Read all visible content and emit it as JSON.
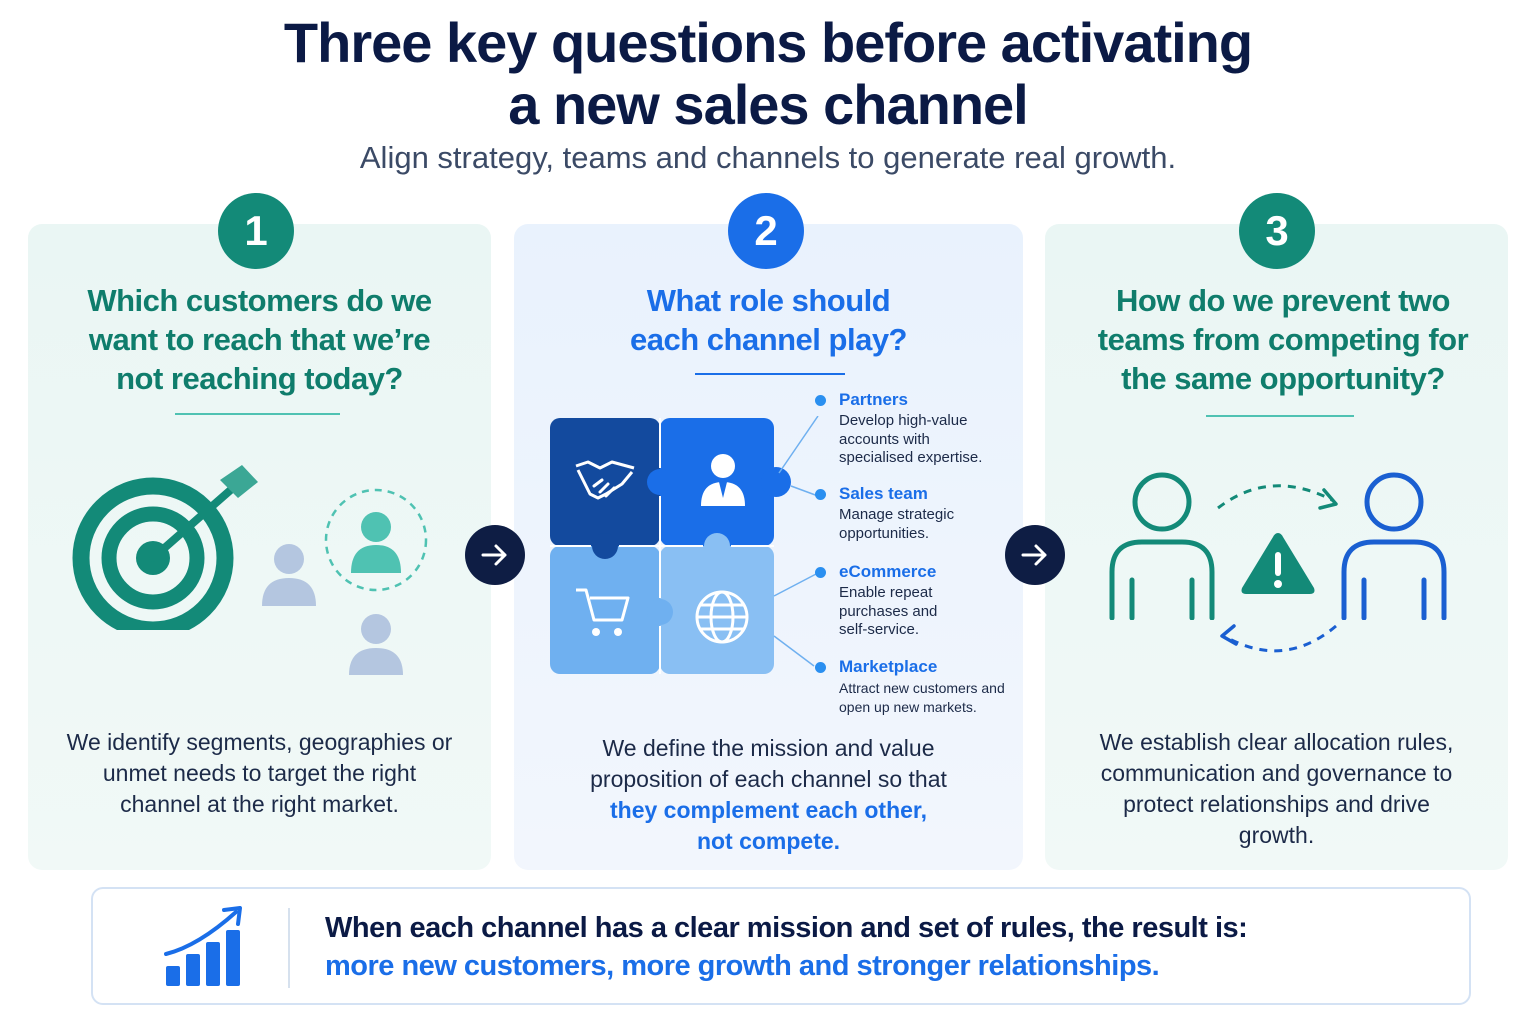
{
  "title": {
    "line1": "Three key questions before activating",
    "line2": "a new sales channel"
  },
  "subtitle": "Align strategy, teams and channels to generate real growth.",
  "cards": [
    {
      "number": "1",
      "question": "Which customers do we want to reach that we’re not reaching today?",
      "description": "We identify segments, geographies or unmet needs to target the right channel at the right market.",
      "icons": [
        "target-arrow-icon",
        "person-icon",
        "highlighted-person-icon"
      ]
    },
    {
      "number": "2",
      "question": "What role should each channel play?",
      "description": "We define the mission and value proposition of each channel so that",
      "description_highlight": "they complement each other, not compete.",
      "icons": [
        "handshake-icon",
        "salesperson-icon",
        "shopping-cart-icon",
        "globe-icon"
      ],
      "roles": [
        {
          "name": "Partners",
          "description": "Develop high-value accounts with specialised expertise."
        },
        {
          "name": "Sales team",
          "description": "Manage strategic opportunities."
        },
        {
          "name": "eCommerce",
          "description": "Enable repeat purchases and self-service."
        },
        {
          "name": "Marketplace",
          "description": "Attract new customers and open up new markets."
        }
      ]
    },
    {
      "number": "3",
      "question": "How do we prevent two teams from competing for the same opportunity?",
      "description": "We establish clear allocation rules, communication and governance to protect relationships and drive growth.",
      "icons": [
        "person-outline-icon",
        "warning-icon",
        "person-outline-icon",
        "circular-arrows-icon"
      ]
    }
  ],
  "footer": {
    "line1": "When each channel has a clear mission and set of rules, the result is:",
    "line2": "more new customers, more growth and stronger relationships.",
    "icon": "growth-chart-icon"
  },
  "colors": {
    "navy": "#0b1a45",
    "teal": "#138a78",
    "blue": "#1a6ee8",
    "light_blue": "#6fb0f0"
  }
}
